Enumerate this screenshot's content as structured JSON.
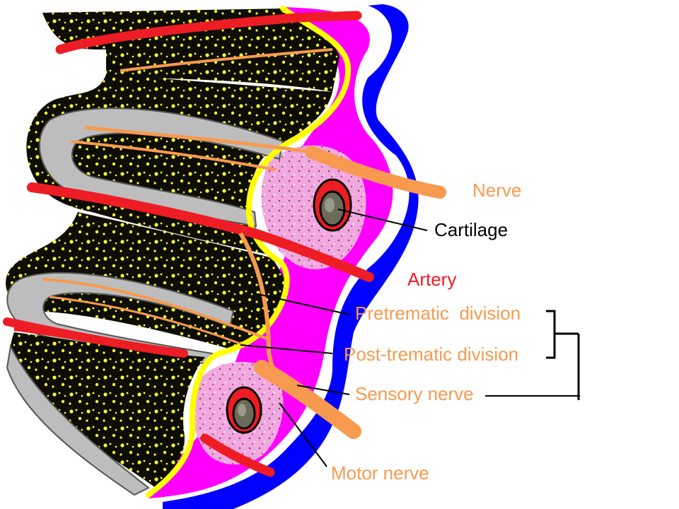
{
  "labels": {
    "nerve": "Nerve",
    "cartilage": "Cartilage",
    "artery": "Artery",
    "pretrematic": "Pretrematic  division",
    "post_trematic": "Post-trematic division",
    "sensory_nerve": "Sensory nerve",
    "motor_nerve": "Motor nerve"
  },
  "colors": {
    "nerve": "#f79a4f",
    "artery": "#ee1c24",
    "cartilage": "#000000",
    "division_label": "#f79a4f",
    "membrane": "#ff00ff",
    "outer_edge": "#0000ff",
    "yellow_border": "#ffff00",
    "tissue_dark": "#0d0d05",
    "tissue_gray": "#bdbdbd",
    "dots": "#ffff33"
  }
}
